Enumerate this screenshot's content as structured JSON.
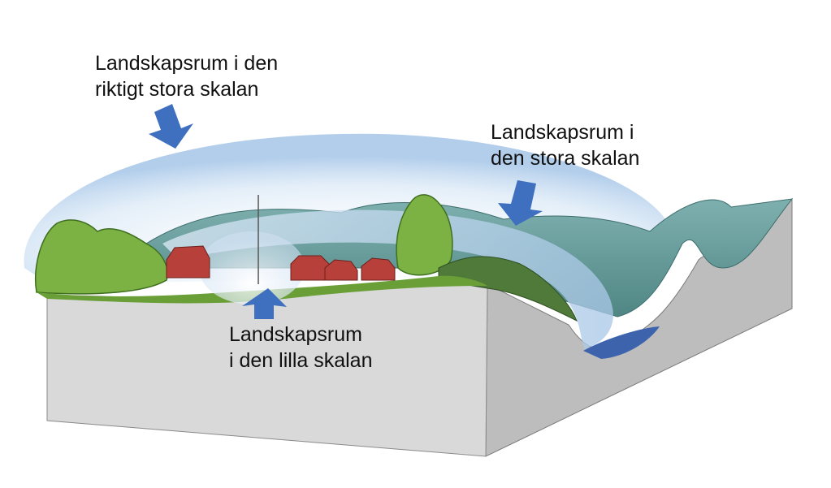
{
  "labels": {
    "very_large_scale": {
      "line1": "Landskapsrum i den",
      "line2": "riktigt stora skalan"
    },
    "large_scale": {
      "line1": "Landskapsrum i",
      "line2": "den stora skalan"
    },
    "small_scale": {
      "line1": "Landskapsrum",
      "line2": "i den lilla skalan"
    }
  },
  "colors": {
    "arrow": "#3f6fbf",
    "dome": "#c7dcf2",
    "ground_front": "#d9d9d9",
    "ground_side": "#bdbdbd",
    "vegetation": "#7bb243",
    "houses": "#b8403a",
    "hills": "#5f9694",
    "water": "#3d63ad"
  }
}
